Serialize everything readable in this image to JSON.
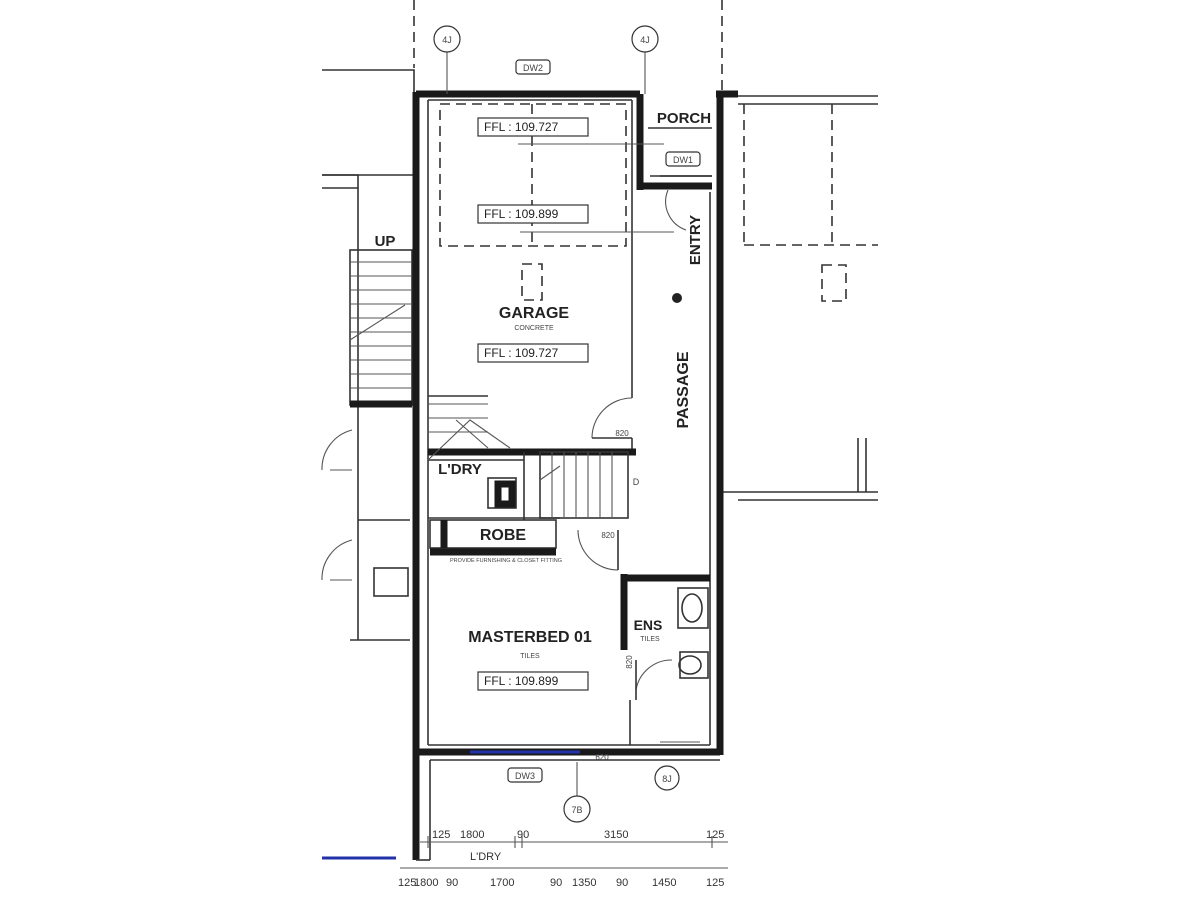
{
  "grid_markers": [
    "4J",
    "4J",
    "7B",
    "8J"
  ],
  "window_tags": [
    "DW2",
    "DW1",
    "DW3"
  ],
  "rooms": {
    "porch": "PORCH",
    "entry": "ENTRY",
    "garage": "GARAGE",
    "garage_finish": "CONCRETE",
    "passage": "PASSAGE",
    "laundry": "L'DRY",
    "robe": "ROBE",
    "robe_note": "PROVIDE FURNISHING & CLOSET FITTING",
    "masterbed": "MASTERBED 01",
    "masterbed_finish": "TILES",
    "ensuite": "ENS",
    "ensuite_finish": "TILES",
    "stair_up": "UP"
  },
  "ffl_labels": [
    "FFL : 109.727",
    "FFL : 109.899",
    "FFL : 109.727",
    "FFL : 109.899"
  ],
  "door_widths": [
    "820",
    "820",
    "820",
    "620"
  ],
  "dimensions_top_row": [
    "125",
    "1800",
    "90",
    "3150",
    "125"
  ],
  "dimensions_bottom_row": [
    "125",
    "1800",
    "90",
    "1700",
    "90",
    "1350",
    "90",
    "1450",
    "125"
  ],
  "dimension_label_ldry": "L'DRY",
  "stair_mark": "D",
  "colors": {
    "wall": "#222222",
    "window": "#2233aa",
    "background": "#ffffff"
  }
}
